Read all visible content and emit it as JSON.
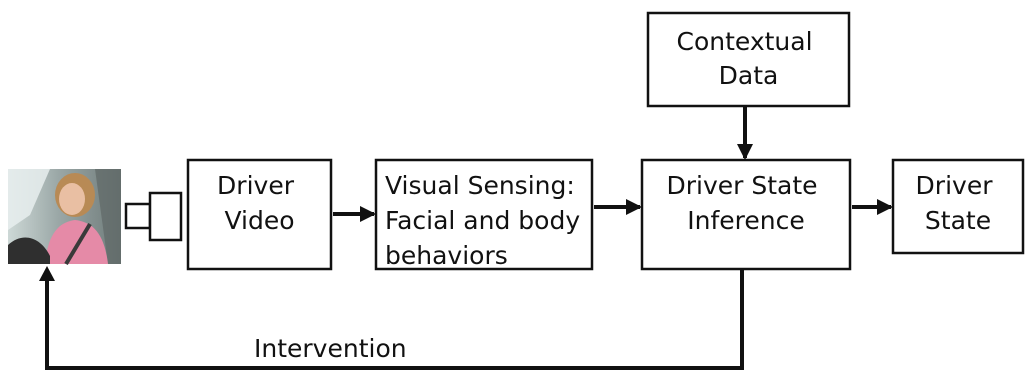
{
  "nodes": {
    "contextual_data": {
      "lines": [
        "Contextual",
        "Data"
      ]
    },
    "driver_video": {
      "lines": [
        "Driver",
        "Video"
      ]
    },
    "visual_sensing": {
      "lines": [
        "Visual Sensing:",
        "Facial and body",
        "behaviors"
      ]
    },
    "driver_state_inference": {
      "lines": [
        "Driver State",
        "Inference"
      ]
    },
    "driver_state": {
      "lines": [
        "Driver",
        "State"
      ]
    }
  },
  "edges": {
    "intervention_label": "Intervention"
  },
  "images": {
    "driver_photo": "photo of a woman driving a car",
    "camera": "camera-icon"
  }
}
